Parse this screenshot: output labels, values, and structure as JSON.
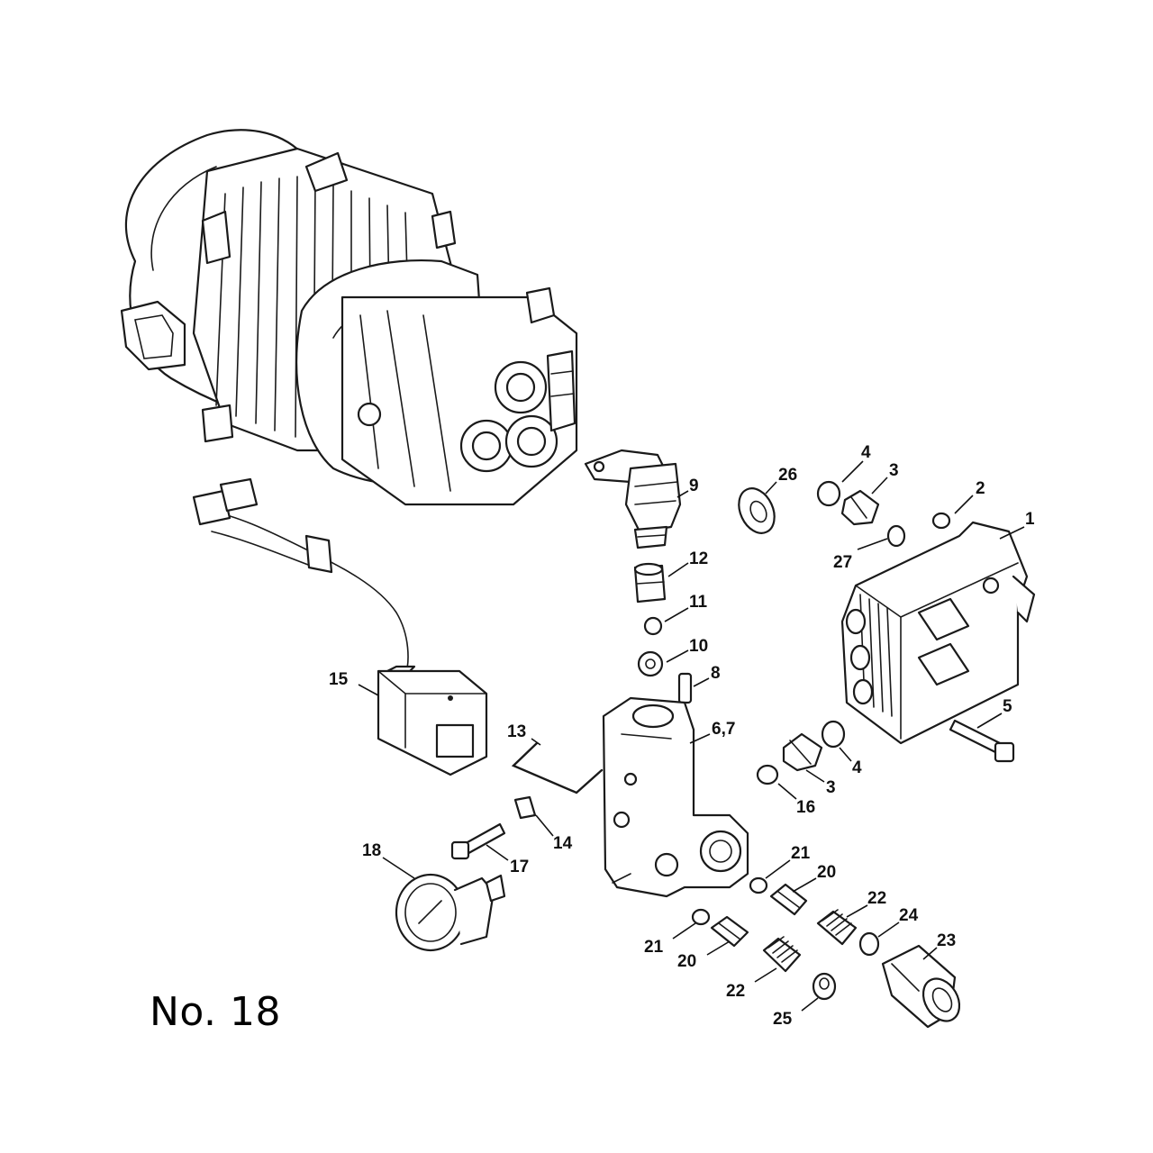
{
  "figure_label": "No. 18",
  "callouts": {
    "c1": "1",
    "c2": "2",
    "c3a": "3",
    "c3b": "3",
    "c4a": "4",
    "c4b": "4",
    "c5": "5",
    "c67": "6,7",
    "c8": "8",
    "c9": "9",
    "c10": "10",
    "c11": "11",
    "c12": "12",
    "c13": "13",
    "c14": "14",
    "c15": "15",
    "c16": "16",
    "c17": "17",
    "c18": "18",
    "c20a": "20",
    "c20b": "20",
    "c21a": "21",
    "c21b": "21",
    "c22a": "22",
    "c22b": "22",
    "c23": "23",
    "c24": "24",
    "c25": "25",
    "c26": "26",
    "c27": "27"
  }
}
